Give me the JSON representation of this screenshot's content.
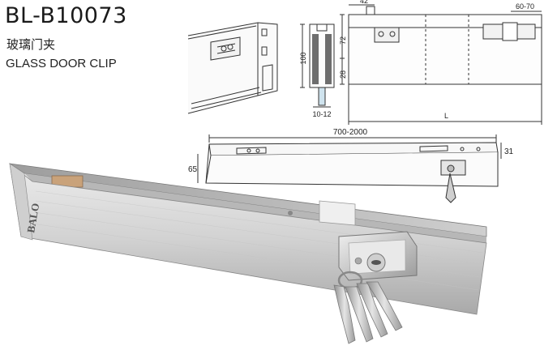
{
  "product": {
    "model": "BL-B10073",
    "name_cn": "玻璃门夹",
    "name_en": "GLASS DOOR CLIP",
    "brand": "BALO"
  },
  "dimensions": {
    "top_offset": "42",
    "end_range": "60-70",
    "height_total": "100",
    "height_upper": "72",
    "height_lower": "28",
    "glass_thickness": "10-12",
    "length_symbol": "L",
    "length_range": "700-2000",
    "depth": "31",
    "height_side": "65"
  },
  "colors": {
    "metal_light": "#e6e6e6",
    "metal_mid": "#bdbdbd",
    "metal_dark": "#8a8a8a",
    "line": "#333333",
    "key_brass": "#b8b8b8",
    "pad": "#c9a27a"
  }
}
